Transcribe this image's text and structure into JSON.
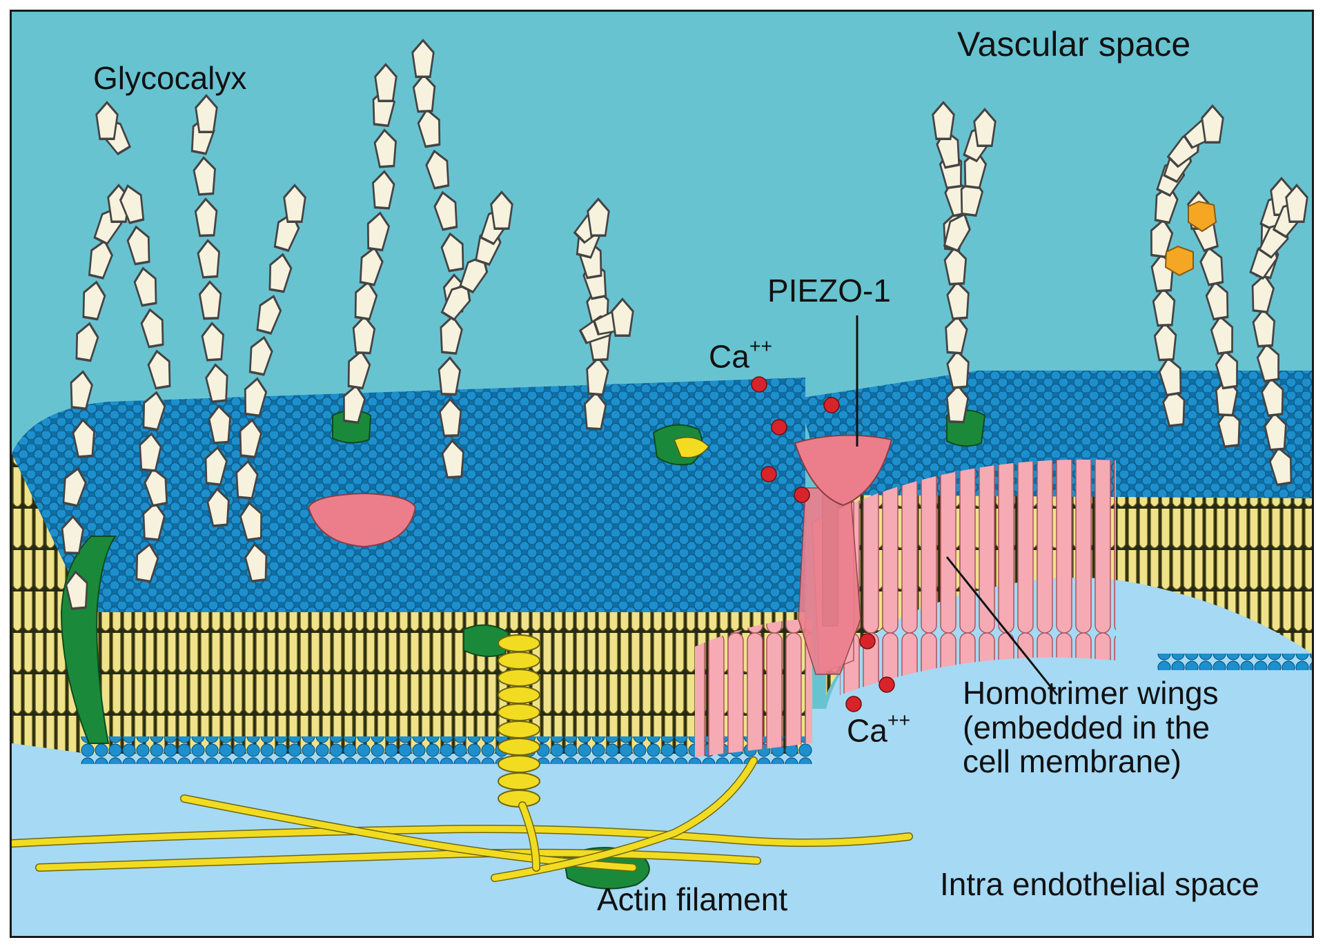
{
  "labels": {
    "glycocalyx": "Glycocalyx",
    "vascular_space": "Vascular space",
    "piezo": "PIEZO-1",
    "ca_base": "Ca",
    "ca_sup": "++",
    "homotrimer_line1": "Homotrimer wings",
    "homotrimer_line2": "(embedded in the",
    "homotrimer_line3": "cell membrane)",
    "actin": "Actin filament",
    "intra": "Intra endothelial space"
  },
  "colors": {
    "vascular_space": "#68c3d1",
    "intra_space": "#a6d9f4",
    "phospholipid_head": "#1d8fcc",
    "lipid_tail": "#efe28a",
    "protein_pink": "#ec7e8c",
    "wing_pink": "#f5aab4",
    "glycan": "#f7f2de",
    "green_protein": "#1a8a3a",
    "actin_yellow": "#f2dc22",
    "calcium": "#d8232a",
    "orange_sugar": "#f5a623"
  }
}
